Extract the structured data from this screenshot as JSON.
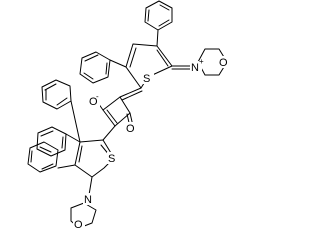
{
  "molecule": {
    "atom_labels": {
      "o_minus": "O",
      "o_minus_charge": "-",
      "o_carbonyl": "O",
      "s_upper": "S",
      "n_upper": "N",
      "n_upper_charge": "+",
      "o_morph_upper": "O",
      "s_lower": "S",
      "n_lower": "N",
      "o_morph_lower": "O"
    }
  }
}
